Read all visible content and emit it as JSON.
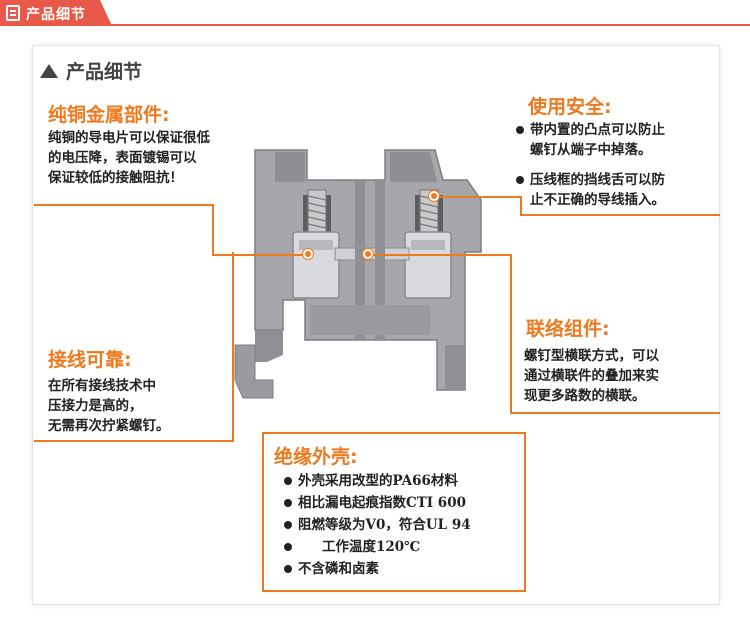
{
  "header": {
    "tab_label": "产品细节"
  },
  "section": {
    "title": "产品细节"
  },
  "copper": {
    "title": "纯铜金属部件:",
    "lines": [
      "纯铜的导电片可以保证很低",
      "的电压降，表面镀锡可以",
      "保证较低的接触阻抗！"
    ]
  },
  "safety": {
    "title": "使用安全:",
    "bullets": [
      [
        "带内置的凸点可以防止",
        "螺钉从端子中掉落。"
      ],
      [
        "压线框的挡线舌可以防",
        "止不正确的导线插入。"
      ]
    ]
  },
  "connect": {
    "title": "接线可靠:",
    "lines": [
      "在所有接线技术中",
      "压接力是高的，",
      "无需再次拧紧螺钉。"
    ]
  },
  "bridge": {
    "title": "联络组件:",
    "lines": [
      "螺钉型横联方式，可以",
      "通过横联件的叠加来实",
      "现更多路数的横联。"
    ]
  },
  "insulation": {
    "title": "绝缘外壳:",
    "bullets": [
      "外壳采用改型的PA66材料",
      "相比漏电起痕指数CTI 600",
      "阻燃等级为V0，符合UL 94",
      "工作温度120℃",
      "不含磷和卤素"
    ]
  },
  "colors": {
    "accent": "#ee7a1f",
    "header_red": "#e8594a",
    "housing_gray": "#a6a6ab"
  },
  "icons": [
    "document-icon",
    "triangle-icon",
    "bullet-dot-icon"
  ]
}
